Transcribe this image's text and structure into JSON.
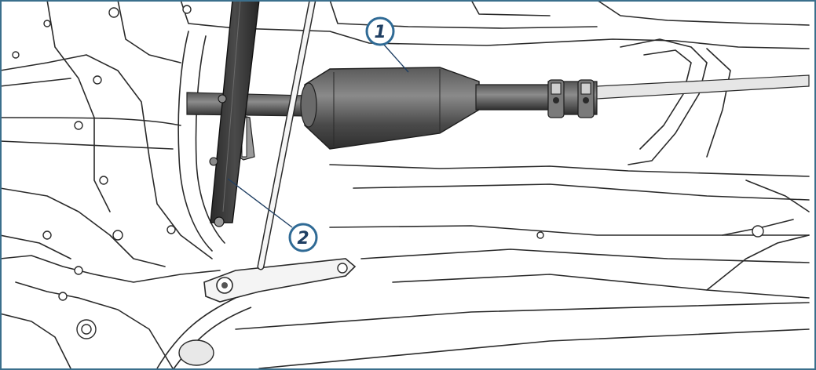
{
  "callouts": [
    {
      "id": "1",
      "label": "1"
    },
    {
      "id": "2",
      "label": "2"
    }
  ],
  "colors": {
    "frame_border": "#3b6f8c",
    "callout_ring": "#2f6a95",
    "callout_fill": "#ffffff",
    "callout_text": "#1f3f63",
    "line_art": "#2a2a2a",
    "part_dark": "#3c3c3c",
    "part_mid": "#6f6f6f",
    "part_light": "#a6a6a6"
  },
  "components": [
    {
      "callout": "1",
      "icon": "catalytic-converter-icon"
    },
    {
      "callout": "2",
      "icon": "support-bracket-icon"
    }
  ]
}
